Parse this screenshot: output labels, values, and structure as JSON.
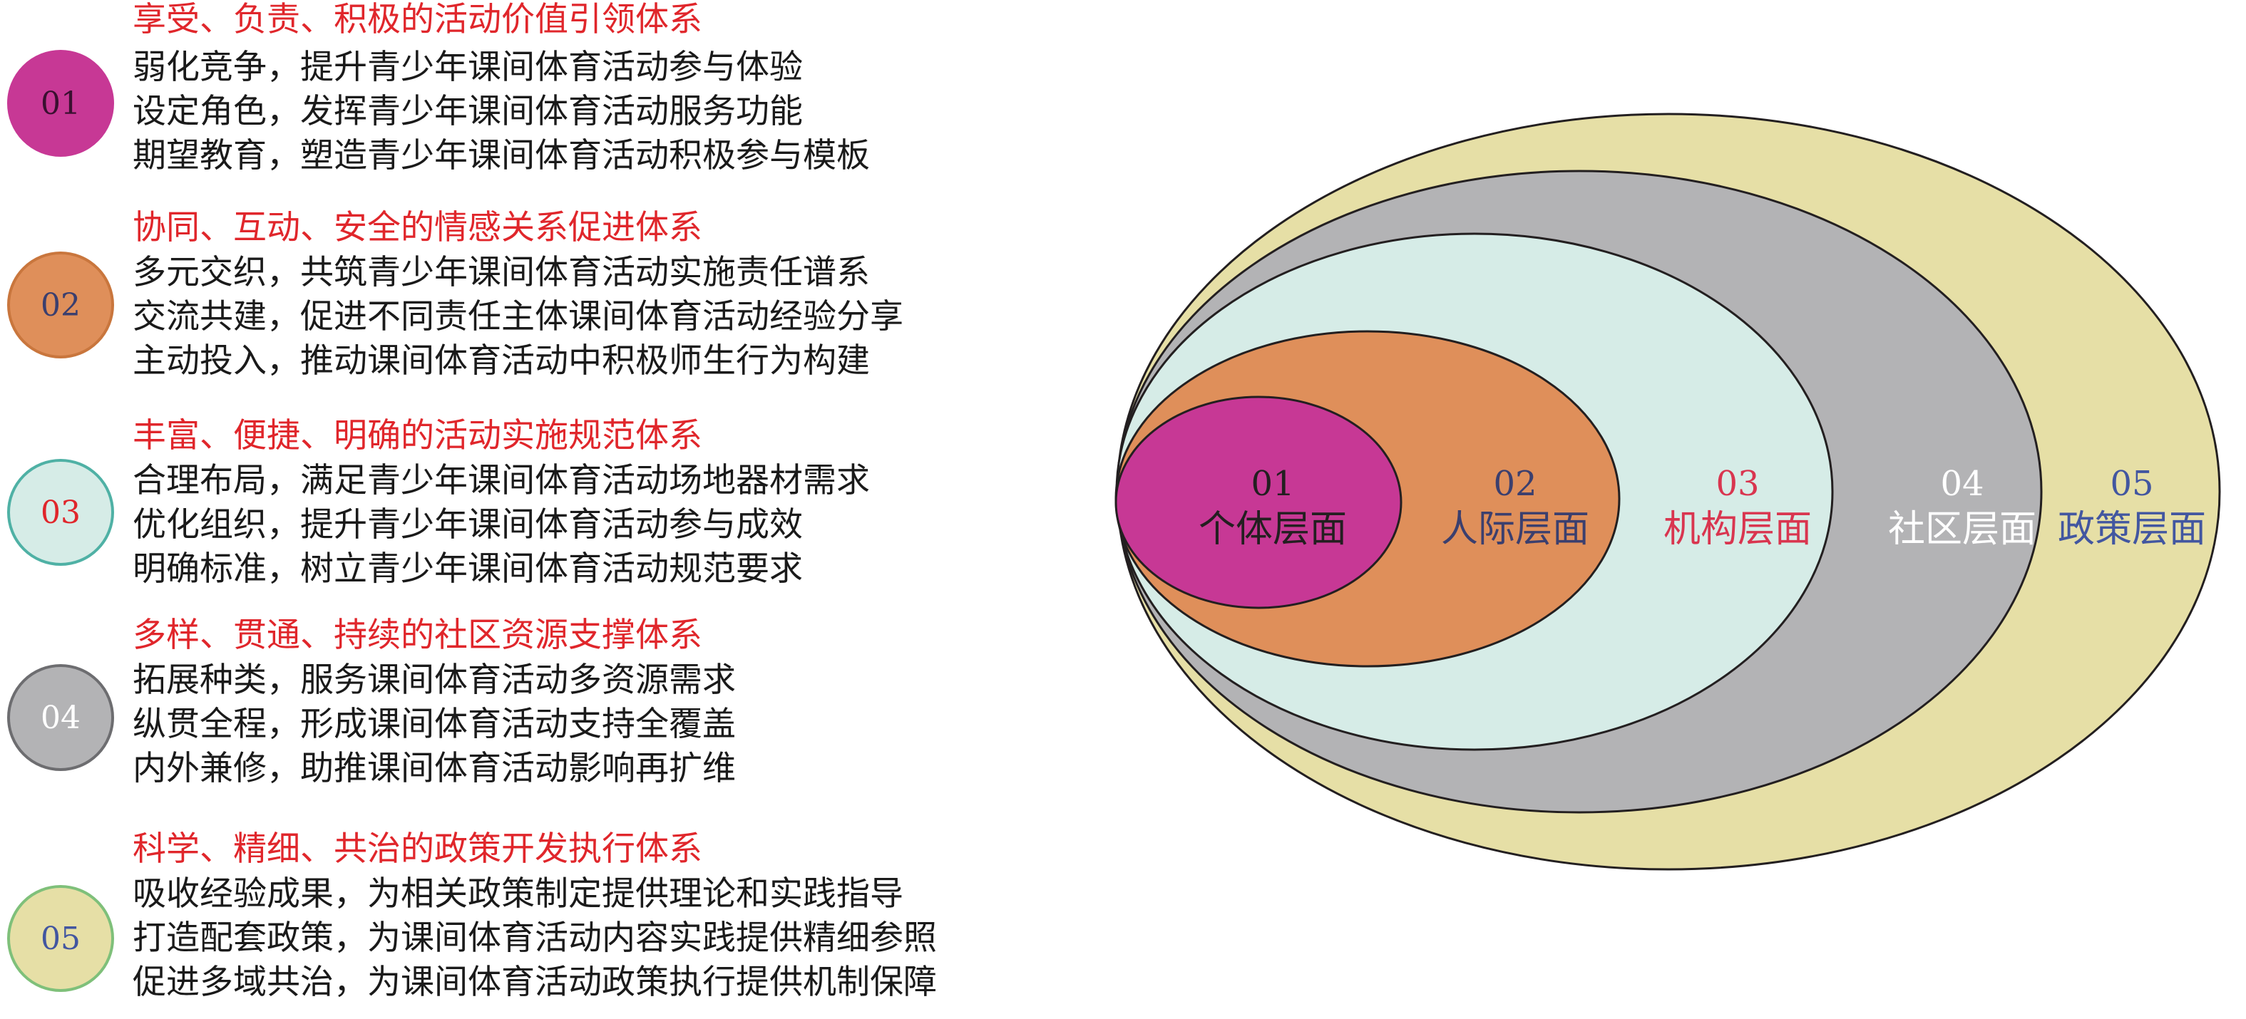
{
  "blocks": [
    {
      "num": "01",
      "title": "享受、负责、积极的活动价值引领体系",
      "items": [
        "弱化竞争，提升青少年课间体育活动参与体验",
        "设定角色，发挥青少年课间体育活动服务功能",
        "期望教育，塑造青少年课间体育活动积极参与模板"
      ],
      "badge_fill": "#c73895",
      "badge_border": "#c73895",
      "badge_text": "#3a1030"
    },
    {
      "num": "02",
      "title": "协同、互动、安全的情感关系促进体系",
      "items": [
        "多元交织，共筑青少年课间体育活动实施责任谱系",
        "交流共建，促进不同责任主体课间体育活动经验分享",
        "主动投入，推动课间体育活动中积极师生行为构建"
      ],
      "badge_fill": "#df8f5a",
      "badge_border": "#c9763d",
      "badge_text": "#3b3f6e"
    },
    {
      "num": "03",
      "title": "丰富、便捷、明确的活动实施规范体系",
      "items": [
        "合理布局，满足青少年课间体育活动场地器材需求",
        "优化组织，提升青少年课间体育活动参与成效",
        "明确标准，树立青少年课间体育活动规范要求"
      ],
      "badge_fill": "#d6ece7",
      "badge_border": "#4fb1a5",
      "badge_text": "#e0262b"
    },
    {
      "num": "04",
      "title": "多样、贯通、持续的社区资源支撑体系",
      "items": [
        "拓展种类，服务课间体育活动多资源需求",
        "纵贯全程，形成课间体育活动支持全覆盖",
        "内外兼修，助推课间体育活动影响再扩维"
      ],
      "badge_fill": "#b3b3b5",
      "badge_border": "#6d6d70",
      "badge_text": "#ffffff"
    },
    {
      "num": "05",
      "title": "科学、精细、共治的政策开发执行体系",
      "items": [
        "吸收经验成果，为相关政策制定提供理论和实践指导",
        "打造配套政策，为课间体育活动内容实践提供精细参照",
        "促进多域共治，为课间体育活动政策执行提供机制保障"
      ],
      "badge_fill": "#e6dfa6",
      "badge_border": "#7fc07a",
      "badge_text": "#4256a0"
    }
  ],
  "layers": [
    {
      "num": "01",
      "label": "个体层面",
      "fill": "#c73895",
      "text_color": "#231f20"
    },
    {
      "num": "02",
      "label": "人际层面",
      "fill": "#df8f5a",
      "text_color": "#3b3f6e"
    },
    {
      "num": "03",
      "label": "机构层面",
      "fill": "#d6ece7",
      "text_color": "#d9354f"
    },
    {
      "num": "04",
      "label": "社区层面",
      "fill": "#b3b3b5",
      "text_color": "#ffffff"
    },
    {
      "num": "05",
      "label": "政策层面",
      "fill": "#e6dfa6",
      "text_color": "#4256a0"
    }
  ]
}
